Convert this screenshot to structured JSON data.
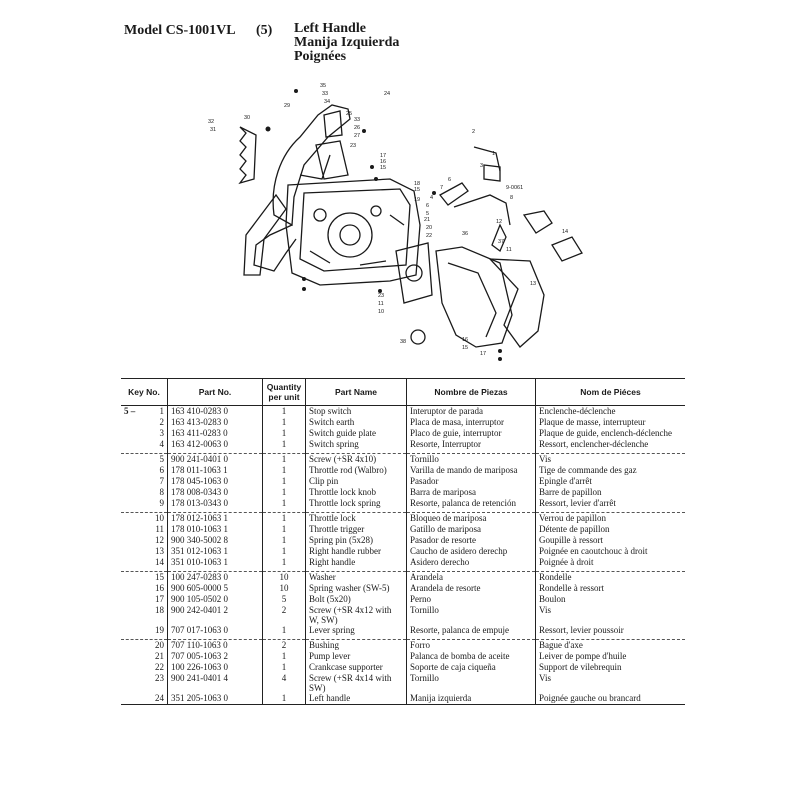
{
  "header": {
    "model": "Model  CS-1001VL",
    "section": "(5)",
    "title_en": "Left Handle",
    "title_es": "Manija Izquierda",
    "title_fr": "Poignées"
  },
  "diagram_callouts": [
    "35",
    "33",
    "34",
    "29",
    "30",
    "25",
    "32",
    "31",
    "24",
    "33",
    "26",
    "27",
    "23",
    "17",
    "16",
    "15",
    "18",
    "15",
    "19",
    "9-0061",
    "8",
    "21",
    "20",
    "22",
    "36",
    "12",
    "37",
    "11",
    "14",
    "13",
    "2",
    "1",
    "3",
    "6",
    "7",
    "6",
    "5",
    "4",
    "23",
    "11",
    "10",
    "16",
    "15",
    "17",
    "38"
  ],
  "table": {
    "headers": [
      "Key No.",
      "Part No.",
      "Quantity per unit",
      "Part Name",
      "Nombre de Piezas",
      "Nom de Piéces"
    ],
    "group_label": "5 –",
    "rows": [
      {
        "key": "1",
        "part_no": "163 410-0283 0",
        "qty": "1",
        "name": "Stop switch",
        "es": "Interuptor de parada",
        "fr": "Enclenche-déclenche"
      },
      {
        "key": "2",
        "part_no": "163 413-0283 0",
        "qty": "1",
        "name": "Switch earth",
        "es": "Placa de masa, interruptor",
        "fr": "Plaque de masse, interrupteur"
      },
      {
        "key": "3",
        "part_no": "163 411-0283 0",
        "qty": "1",
        "name": "Switch guide plate",
        "es": "Placo de guie, interruptor",
        "fr": "Plaque de guide, enclench-déclenche"
      },
      {
        "key": "4",
        "part_no": "163 412-0063 0",
        "qty": "1",
        "name": "Switch spring",
        "es": "Resorte, Interruptor",
        "fr": "Ressort, enclencher-déclenche"
      },
      {
        "key": "5",
        "part_no": "900 241-0401 0",
        "qty": "1",
        "name": "Screw (+SR 4x10)",
        "es": "Tornillo",
        "fr": "Vis"
      },
      {
        "key": "6",
        "part_no": "178 011-1063 1",
        "qty": "1",
        "name": "Throttle rod (Walbro)",
        "es": "Varilla de mando de mariposa",
        "fr": "Tige de commande des gaz"
      },
      {
        "key": "7",
        "part_no": "178 045-1063 0",
        "qty": "1",
        "name": "Clip pin",
        "es": "Pasador",
        "fr": "Epingle d'arrêt"
      },
      {
        "key": "8",
        "part_no": "178 008-0343 0",
        "qty": "1",
        "name": "Throttle lock knob",
        "es": "Barra de mariposa",
        "fr": "Barre de papillon"
      },
      {
        "key": "9",
        "part_no": "178 013-0343 0",
        "qty": "1",
        "name": "Throttle lock spring",
        "es": "Resorte, palanca de retención",
        "fr": "Ressort, levier d'arrêt"
      },
      {
        "key": "10",
        "part_no": "178 012-1063 1",
        "qty": "1",
        "name": "Throttle lock",
        "es": "Bloqueo de mariposa",
        "fr": "Verrou de papillon"
      },
      {
        "key": "11",
        "part_no": "178 010-1063 1",
        "qty": "1",
        "name": "Throttle trigger",
        "es": "Gatillo de mariposa",
        "fr": "Détente de papillon"
      },
      {
        "key": "12",
        "part_no": "900 340-5002 8",
        "qty": "1",
        "name": "Spring pin (5x28)",
        "es": "Pasador de resorte",
        "fr": "Goupille à ressort"
      },
      {
        "key": "13",
        "part_no": "351 012-1063 1",
        "qty": "1",
        "name": "Right handle rubber",
        "es": "Caucho de asidero derechp",
        "fr": "Poignée en caoutchouc à droit"
      },
      {
        "key": "14",
        "part_no": "351 010-1063 1",
        "qty": "1",
        "name": "Right handle",
        "es": "Asidero derecho",
        "fr": "Poignée à droit"
      },
      {
        "key": "15",
        "part_no": "100 247-0283 0",
        "qty": "10",
        "name": "Washer",
        "es": "Arandela",
        "fr": "Rondelle"
      },
      {
        "key": "16",
        "part_no": "900 605-0000 5",
        "qty": "10",
        "name": "Spring washer (SW-5)",
        "es": "Arandela de resorte",
        "fr": "Rondelle à ressort"
      },
      {
        "key": "17",
        "part_no": "900 105-0502 0",
        "qty": "5",
        "name": "Bolt (5x20)",
        "es": "Perno",
        "fr": "Boulon"
      },
      {
        "key": "18",
        "part_no": "900 242-0401 2",
        "qty": "2",
        "name": "Screw (+SR 4x12 with W, SW)",
        "es": "Tornillo",
        "fr": "Vis"
      },
      {
        "key": "19",
        "part_no": "707 017-1063 0",
        "qty": "1",
        "name": "Lever spring",
        "es": "Resorte, palanca de empuje",
        "fr": "Ressort, levier poussoir"
      },
      {
        "key": "20",
        "part_no": "707 110-1063 0",
        "qty": "2",
        "name": "Bushing",
        "es": "Forro",
        "fr": "Bague d'axe"
      },
      {
        "key": "21",
        "part_no": "707 005-1063 2",
        "qty": "1",
        "name": "Pump lever",
        "es": "Palanca de bomba de aceite",
        "fr": "Leiver de pompe d'huile"
      },
      {
        "key": "22",
        "part_no": "100 226-1063 0",
        "qty": "1",
        "name": "Crankcase supporter",
        "es": "Soporte de caja ciqueña",
        "fr": "Support de vilebrequin"
      },
      {
        "key": "23",
        "part_no": "900 241-0401 4",
        "qty": "4",
        "name": "Screw (+SR 4x14 with SW)",
        "es": "Tornillo",
        "fr": "Vis"
      },
      {
        "key": "24",
        "part_no": "351 205-1063 0",
        "qty": "1",
        "name": "Left handle",
        "es": "Manija izquierda",
        "fr": "Poignée gauche ou brancard"
      }
    ]
  }
}
